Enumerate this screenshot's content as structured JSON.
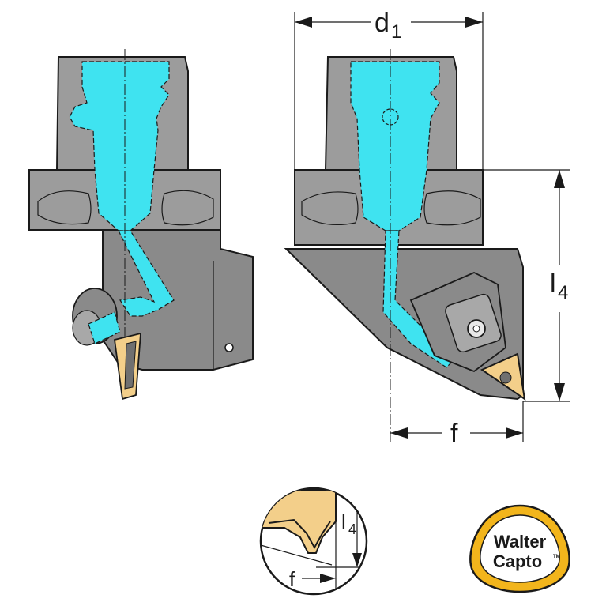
{
  "dimensions": {
    "d1_main": "d",
    "d1_sub": "1",
    "l4_main": "l",
    "l4_sub": "4",
    "f": "f"
  },
  "detail": {
    "l4_main": "l",
    "l4_sub": "4",
    "f": "f"
  },
  "logo": {
    "line1": "Walter",
    "line2": "Capto",
    "tm": "TM",
    "ring_color": "#f2b51c",
    "ring_inner_color": "#ffffff"
  },
  "colors": {
    "coolant": "#3fe3f0",
    "body": "#9c9c9c",
    "insert": "#f3cf8a"
  }
}
